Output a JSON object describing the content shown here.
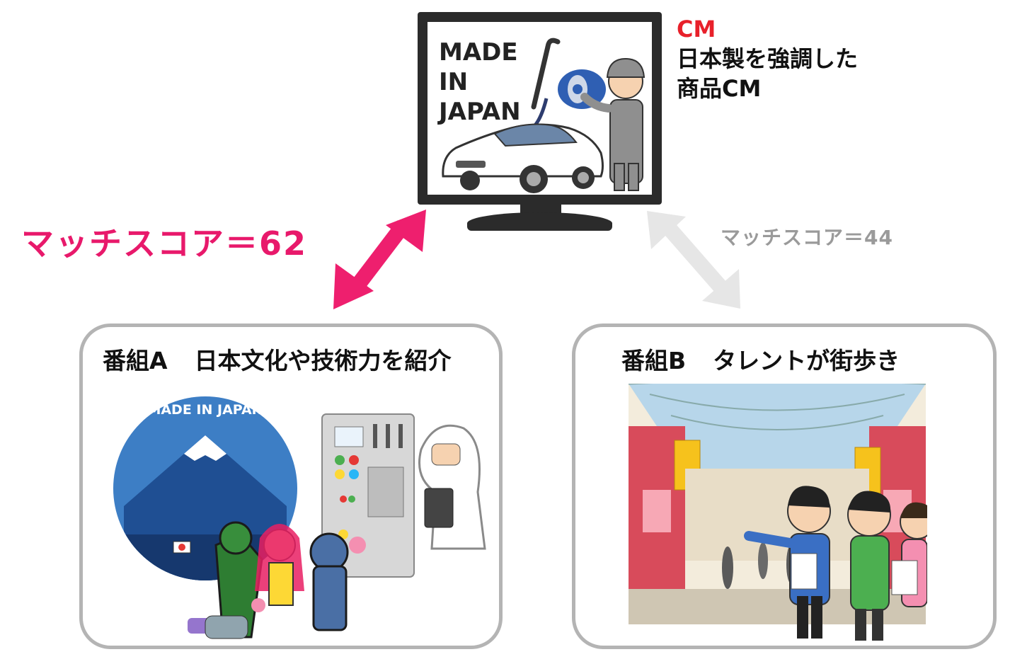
{
  "cm": {
    "screen_lines": [
      "MADE",
      "IN",
      "JAPAN"
    ],
    "label": "CM",
    "description_line1": "日本製を強調した",
    "description_line2": "商品CM"
  },
  "match_scores": {
    "program_a": "マッチスコア＝62",
    "program_b": "マッチスコア＝44"
  },
  "program_a": {
    "name": "番組A",
    "description": "日本文化や技術力を紹介",
    "badge_text": "MADE IN JAPAN"
  },
  "program_b": {
    "name": "番組B",
    "description": "タレントが街歩き"
  },
  "colors": {
    "cm_label": "#e8202a",
    "score_high": "#e8196b",
    "score_low": "#9a9a9a",
    "arrow_high": "#ee1f6e",
    "arrow_low": "#e6e6e6",
    "box_border": "#b4b4b4"
  }
}
